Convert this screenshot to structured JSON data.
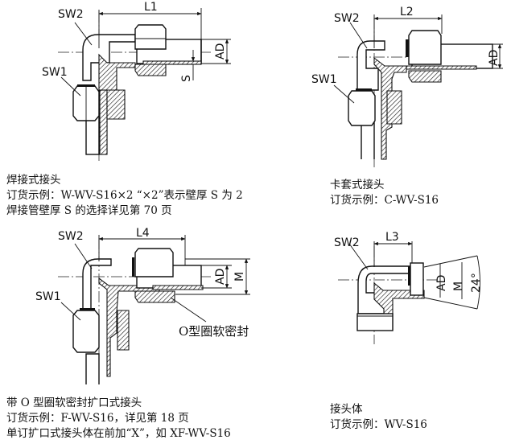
{
  "figures": [
    {
      "id": "weld",
      "labels": {
        "sw2": "SW2",
        "sw1": "SW1",
        "length": "L1",
        "ad": "AD",
        "s": "S"
      },
      "caption": [
        "焊接式接头",
        "订货示例：W-WV-S16×2 “×2”表示壁厚 S 为 2",
        "焊接管壁厚 S 的选择详见第 70 页"
      ]
    },
    {
      "id": "ferrule",
      "labels": {
        "sw2": "SW2",
        "sw1": "SW1",
        "length": "L2",
        "ad": "AD"
      },
      "caption": [
        "卡套式接头",
        "订货示例：C-WV-S16"
      ]
    },
    {
      "id": "flare",
      "labels": {
        "sw2": "SW2",
        "sw1": "SW1",
        "length": "L4",
        "ad": "AD",
        "m": "M",
        "oring": "O型圈软密封"
      },
      "caption": [
        "带 O 型圈软密封扩口式接头",
        "订货示例：F-WV-S16，详见第 18 页",
        "单订扩口式接头体在前加“X”，如 XF-WV-S16"
      ]
    },
    {
      "id": "body",
      "labels": {
        "sw2": "SW2",
        "length": "L3",
        "ad": "AD",
        "m": "M",
        "angle": "24°"
      },
      "caption": [
        "接头体",
        "订货示例：WV-S16"
      ]
    }
  ]
}
